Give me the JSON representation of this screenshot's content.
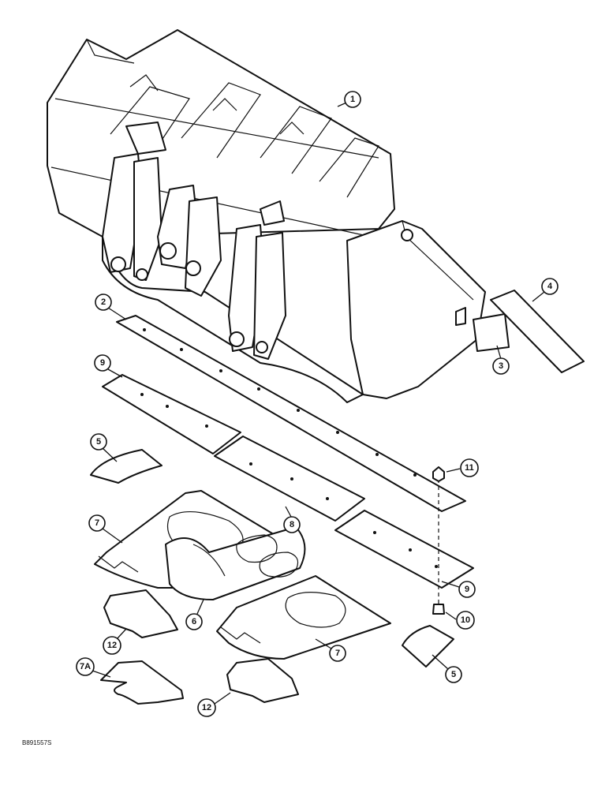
{
  "callouts": {
    "c1": "1",
    "c2": "2",
    "c3": "3",
    "c4": "4",
    "c5a": "5",
    "c5b": "5",
    "c6": "6",
    "c7a": "7",
    "c7b": "7",
    "c7A": "7A",
    "c8": "8",
    "c9a": "9",
    "c9b": "9",
    "c10": "10",
    "c11": "11",
    "c12a": "12",
    "c12b": "12"
  },
  "reference_code": "B891557S",
  "colors": {
    "line": "#111111",
    "background": "#ffffff"
  }
}
